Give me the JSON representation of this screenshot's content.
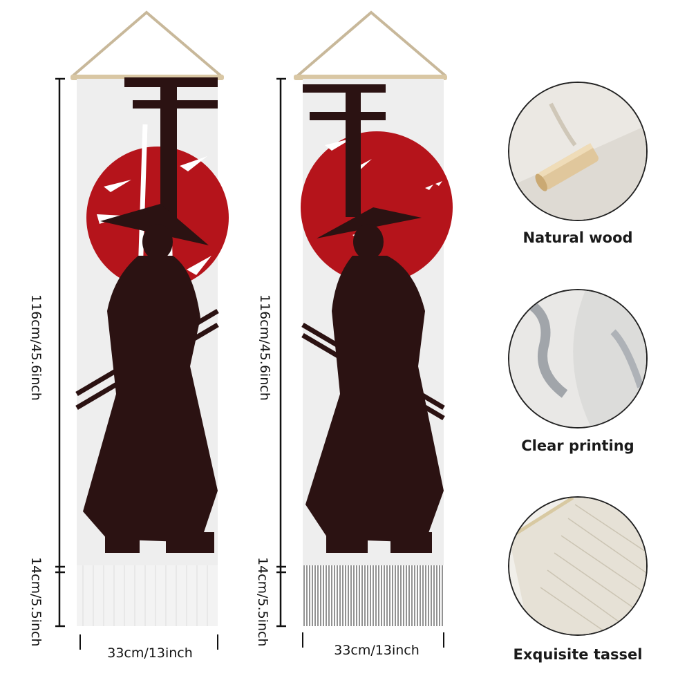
{
  "banners": [
    {
      "height_label": "116cm/45.6inch",
      "tassel_label": "14cm/5.5inch",
      "width_label": "33cm/13inch"
    },
    {
      "height_label": "116cm/45.6inch",
      "tassel_label": "14cm/5.5inch",
      "width_label": "33cm/13inch"
    }
  ],
  "features": [
    {
      "label": "Natural wood",
      "icon": "wood-roll-icon"
    },
    {
      "label": "Clear printing",
      "icon": "fabric-print-icon"
    },
    {
      "label": "Exquisite tassel",
      "icon": "tassel-icon"
    }
  ],
  "colors": {
    "sun_red": "#b5141b",
    "silhouette": "#2b1212",
    "hanger_rope": "#c8b89a",
    "canvas": "#eeeeee"
  }
}
